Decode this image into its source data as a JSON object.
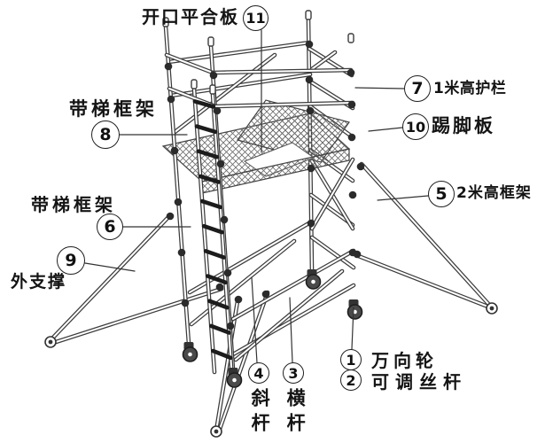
{
  "colors": {
    "line": "#3c3c3c",
    "dark": "#1c1c1c",
    "text": "#141414",
    "background": "#ffffff"
  },
  "callouts": [
    {
      "num": "11",
      "label": "开口平合板"
    },
    {
      "num": "7",
      "label": "1米高护栏"
    },
    {
      "num": "10",
      "label": "踢脚板"
    },
    {
      "num": "5",
      "label": "2米高框架"
    },
    {
      "num": "8",
      "label": "带梯框架"
    },
    {
      "num": "6",
      "label": "带梯框架"
    },
    {
      "num": "9",
      "label": "外支撑"
    },
    {
      "num": "4",
      "label": "斜杆"
    },
    {
      "num": "3",
      "label": "横杆"
    },
    {
      "num": "1",
      "label": "万向轮"
    },
    {
      "num": "2",
      "label": "可调丝杆"
    }
  ]
}
